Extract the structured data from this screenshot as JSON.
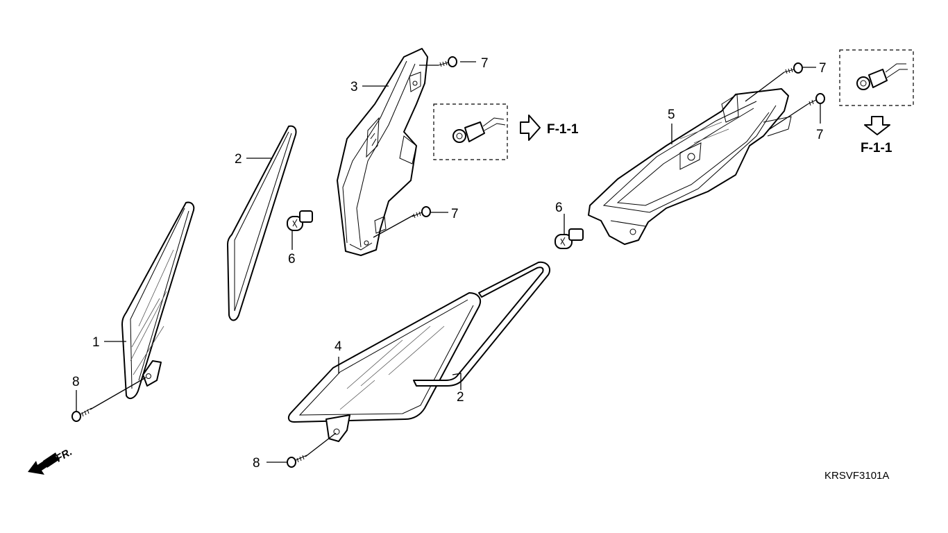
{
  "callouts": {
    "c1": "1",
    "c2a": "2",
    "c2b": "2",
    "c3": "3",
    "c4": "4",
    "c5": "5",
    "c6a": "6",
    "c6b": "6",
    "c7a": "7",
    "c7b": "7",
    "c7c": "7",
    "c7d": "7",
    "c8a": "8",
    "c8b": "8"
  },
  "references": {
    "ref_left": "F-1-1",
    "ref_right": "F-1-1"
  },
  "front_label": "FR.",
  "drawing_code": "KRSVF3101A",
  "icons": [
    "screw-icon",
    "bulb-icon",
    "socket-icon",
    "hollow-arrow-icon",
    "front-arrow-icon"
  ]
}
